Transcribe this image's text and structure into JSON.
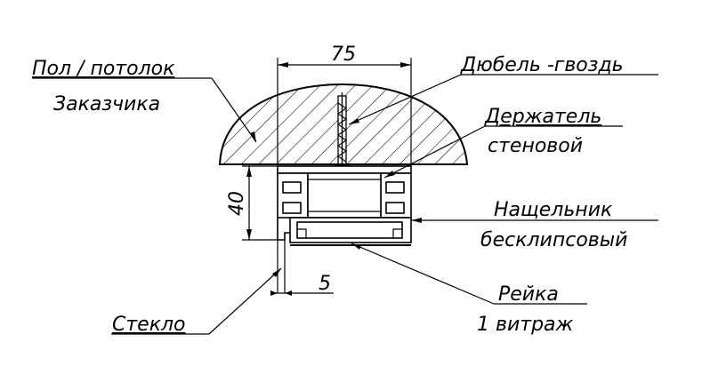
{
  "dimensions": {
    "width": "75",
    "height": "40",
    "gap": "5"
  },
  "labels": {
    "floor_line1": "Пол / потолок",
    "floor_line2": "Заказчика",
    "dowel": "Дюбель -гвоздь",
    "holder_line1": "Держатель",
    "holder_line2": "стеновой",
    "cover_line1": "Нащельник",
    "cover_line2": "бесклипсовый",
    "rail_line1": "Рейка",
    "rail_line2": "1 витраж",
    "glass": "Стекло"
  }
}
